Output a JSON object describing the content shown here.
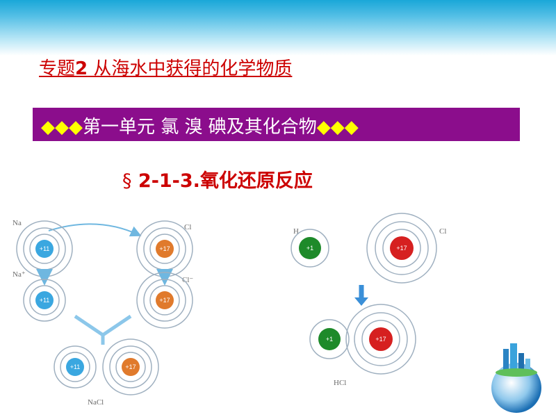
{
  "title": {
    "prefix": "专题",
    "num": "2",
    "rest": "  从海水中获得的化学物质"
  },
  "banner": {
    "diamonds_left": "◆◆◆",
    "text": "第一单元  氯 溴 碘及其化合物",
    "diamonds_right": "◆◆◆"
  },
  "section": {
    "symbol": "§",
    "number": "2-1-3.",
    "text": "氧化还原反应"
  },
  "diagram_left": {
    "na_label": "Na",
    "cl_label": "Cl",
    "na_ion_label": "Na⁺",
    "cl_ion_label": "Cl⁻",
    "nacl_label": "NaCl",
    "na_nucleus": "+11",
    "cl_nucleus": "+17"
  },
  "diagram_right": {
    "h_label": "H",
    "cl_label": "Cl",
    "hcl_label": "HCl",
    "h_nucleus": "+1",
    "cl_nucleus": "+17"
  },
  "colors": {
    "title": "#cc0000",
    "banner_bg": "#8b0d8c",
    "diamond": "#ffff00",
    "na_nucleus": "#3aa7e0",
    "cl_orange": "#e07a2c",
    "cl_red": "#d62020",
    "h_green": "#1e8a2a"
  }
}
